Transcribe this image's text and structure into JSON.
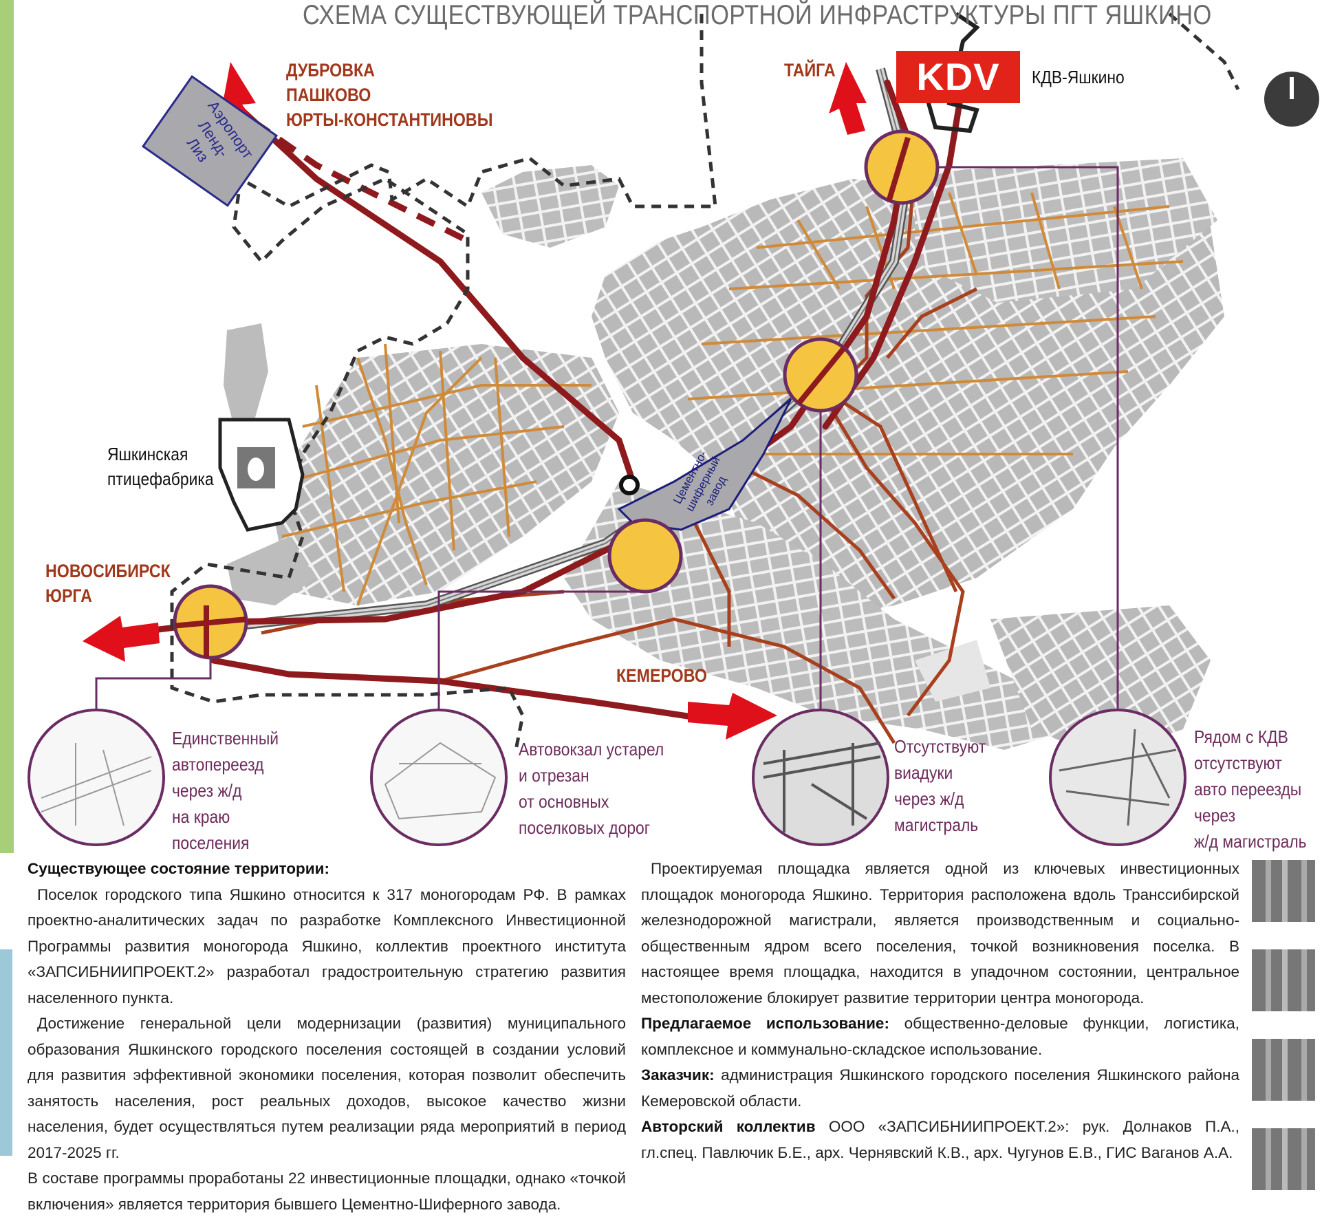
{
  "map": {
    "title": "СХЕМА СУЩЕСТВУЮЩЕЙ ТРАНСПОРТНОЙ ИНФРАСТРУКТУРЫ ПГТ ЯШКИНО",
    "directions": {
      "northwest": [
        "ДУБРОВКА",
        "ПАШКОВО",
        "ЮРТЫ-КОНСТАНТИНОВЫ"
      ],
      "north": "ТАЙГА",
      "west": [
        "НОВОСИБИРСК",
        "ЮРГА"
      ],
      "south": "КЕМЕРОВО"
    },
    "labels": {
      "airport": "Аэропорт Ленд-Лиз",
      "kdv_logo": "KDV",
      "kdv_label": "КДВ-Яшкино",
      "poultry": [
        "Яшкинская",
        "птицефабрика"
      ],
      "cement_plant": [
        "Цементно-",
        "шиферный",
        "завод"
      ]
    },
    "callouts": [
      {
        "lines": [
          "Единственный",
          "автопереезд",
          "через ж/д",
          "на краю",
          "поселения"
        ]
      },
      {
        "lines": [
          "Автовокзал устарел",
          "и отрезан",
          "от основных",
          "поселковых дорог"
        ]
      },
      {
        "lines": [
          "Отсутствуют",
          "виадуки",
          "через ж/д",
          "магистраль"
        ]
      },
      {
        "lines": [
          "Рядом с КДВ",
          "отсутствуют",
          "авто переезды",
          "через",
          "ж/д магистраль"
        ]
      }
    ],
    "colors": {
      "main_road": "#8e1a1e",
      "secondary_road": "#a8401e",
      "local_road": "#cf8a3a",
      "highlight_fill": "#f5c542",
      "callout_line": "#6a2c63",
      "arrow": "#e0101a",
      "buildings": "#b8b8b8"
    }
  },
  "text": {
    "left_heading": "Существующее состояние территории:",
    "left_p1": "Поселок городского типа Яшкино относится к 317 моногородам РФ. В рамках проектно-аналитических задач по разработке Комплексного Инвестиционной Программы развития моногорода Яшкино, коллектив проектного института «ЗАПСИБНИИПРОЕКТ.2» разработал градостроительную стратегию развития населенного пункта.",
    "left_p2": "Достижение генеральной цели модернизации (развития) муниципального образования Яшкинского городского поселения состоящей в создании условий для развития эффективной экономики поселения, которая позволит обеспечить занятость населения, рост реальных доходов, высокое качество жизни населения, будет осуществляться путем реализации ряда мероприятий в период 2017-2025 гг.",
    "left_p3": "В составе программы проработаны 22 инвестиционные площадки, однако «точкой включения» является территория бывшего Цементно-Шиферного завода.",
    "right_p1": "Проектируемая площадка является одной из ключевых инвестиционных площадок моногорода Яшкино. Территория расположена вдоль Транссибирской железнодорожной магистрали, является производственным и социально-общественным ядром всего поселения, точкой возникновения поселка. В настоящее время площадка, находится в упадочном состоянии, центральное местоположение блокирует развитие территории центра моногорода.",
    "right_p2_label": "Предлагаемое использование:",
    "right_p2": "общественно-деловые функции, логистика, комплексное и коммунально-складское использование.",
    "right_p3_label": "Заказчик:",
    "right_p3": "администрация Яшкинского городского поселения Яшкинского района Кемеровской области.",
    "right_p4_label": "Авторский коллектив",
    "right_p4": "ООО «ЗАПСИБНИИПРОЕКТ.2»: рук. Долнаков П.А., гл.спец. Павлючик Б.Е., арх. Чернявский К.В., арх. Чугунов Е.В., ГИС Ваганов А.А."
  }
}
